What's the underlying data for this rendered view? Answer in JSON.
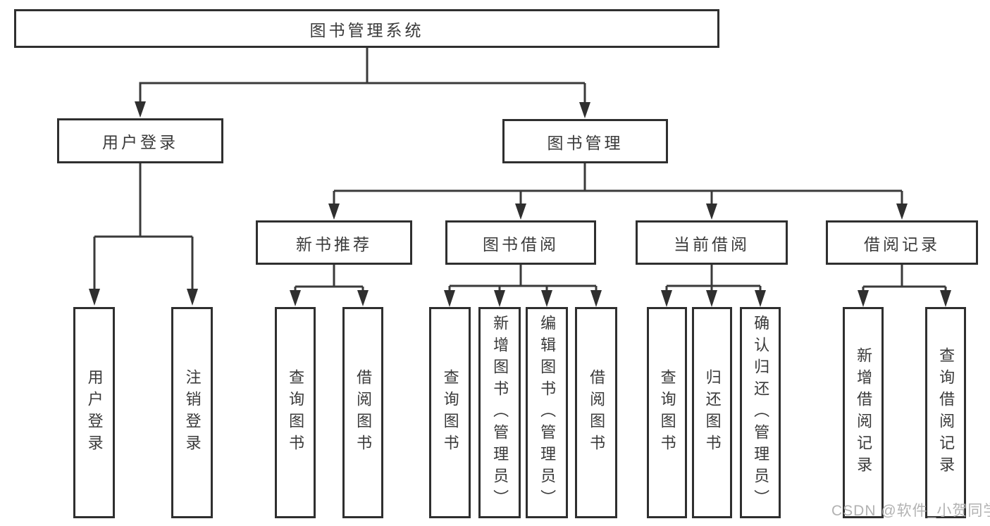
{
  "diagram": {
    "title": "图书管理系统",
    "branches": {
      "user_login": {
        "label": "用户登录",
        "children": [
          "用户登录",
          "注销登录"
        ]
      },
      "book_management": {
        "label": "图书管理",
        "sections": [
          {
            "label": "新书推荐",
            "children": [
              "查询图书",
              "借阅图书"
            ]
          },
          {
            "label": "图书借阅",
            "children": [
              "查询图书",
              "新增图书（管理员）",
              "编辑图书（管理员）",
              "借阅图书"
            ]
          },
          {
            "label": "当前借阅",
            "children": [
              "查询图书",
              "归还图书",
              "确认归还（管理员）"
            ]
          },
          {
            "label": "借阅记录",
            "children": [
              "新增借阅记录",
              "查询借阅记录"
            ]
          }
        ]
      }
    },
    "watermark": "CSDN @软件_小贺同学",
    "colors": {
      "line": "#3a3a3a",
      "border": "#2f2f2f",
      "text": "#3a3a3a",
      "watermark": "#b2b2b2",
      "bg": "#ffffff"
    }
  }
}
